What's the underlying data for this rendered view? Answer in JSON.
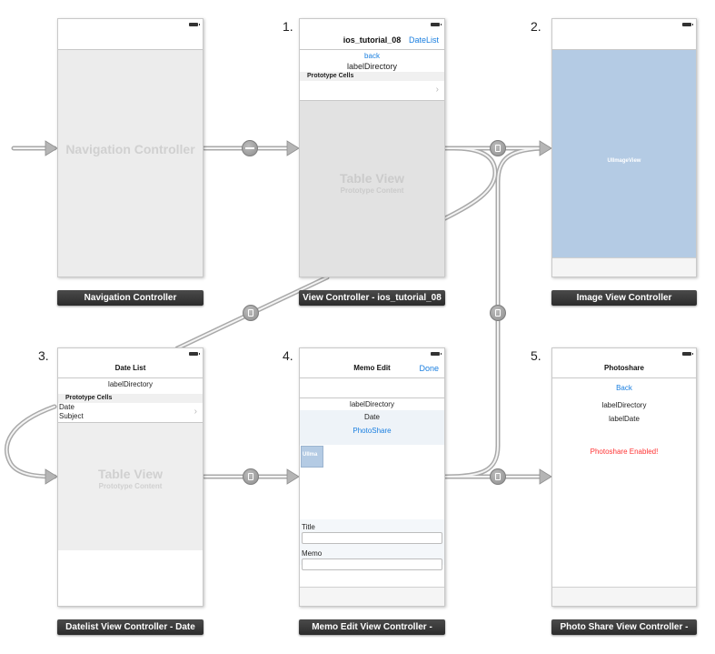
{
  "scenes": {
    "nav": {
      "title": "Navigation Controller",
      "label": "Navigation Controller"
    },
    "vc": {
      "number": "1.",
      "nav_title": "ios_tutorial_08",
      "nav_right": "DateList",
      "back": "back",
      "label_directory": "labelDirectory",
      "prototype_cells": "Prototype Cells",
      "table_view": "Table View",
      "prototype_content": "Prototype Content",
      "label": "View Controller - ios_tutorial_08"
    },
    "image": {
      "number": "2.",
      "image_view": "UIImageView",
      "label": "Image View Controller"
    },
    "datelist": {
      "number": "3.",
      "nav_title": "Date List",
      "label_directory": "labelDirectory",
      "prototype_cells": "Prototype Cells",
      "cell_date": "Date",
      "cell_subject": "Subject",
      "table_view": "Table View",
      "prototype_content": "Prototype Content",
      "label": "Datelist View Controller - Date"
    },
    "memo": {
      "number": "4.",
      "nav_title": "Memo Edit",
      "nav_right": "Done",
      "label_directory": "labelDirectory",
      "date": "Date",
      "photoshare": "PhotoShare",
      "image_thumb": "UIIma",
      "title_label": "Title",
      "memo_label": "Memo",
      "label": "Memo Edit View Controller -"
    },
    "photo": {
      "number": "5.",
      "nav_title": "Photoshare",
      "back": "Back",
      "label_directory": "labelDirectory",
      "label_date": "labelDate",
      "enabled": "Photoshare Enabled!",
      "label": "Photo Share View Controller -"
    }
  },
  "colors": {
    "link_blue": "#1a7fe0",
    "image_view_blue": "#b4cbe4",
    "enabled_red": "#ff3333",
    "label_bar": "#333333"
  },
  "icons": {
    "relationship": "relationship-segue-icon",
    "push": "push-segue-icon"
  }
}
